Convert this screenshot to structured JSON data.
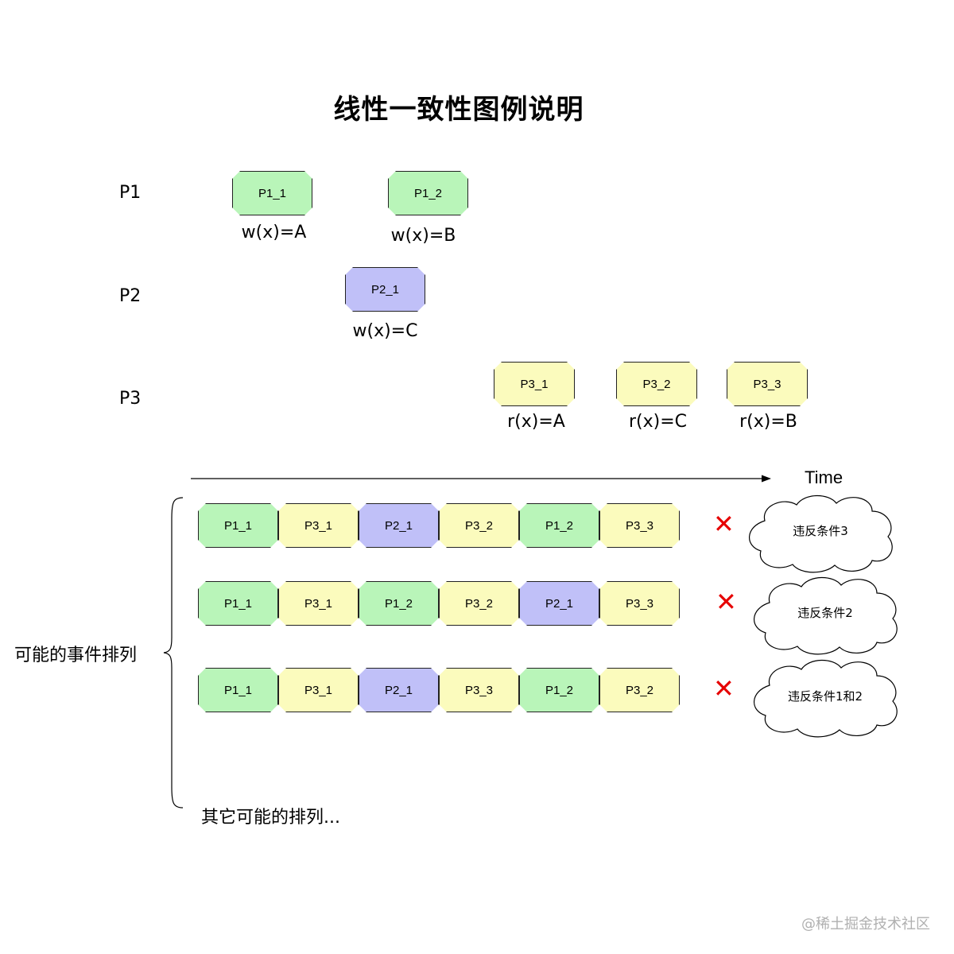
{
  "title": "线性一致性图例说明",
  "processes": {
    "p1": {
      "label": "P1",
      "ops": [
        {
          "id": "P1_1",
          "note": "w(x)=A"
        },
        {
          "id": "P1_2",
          "note": "w(x)=B"
        }
      ]
    },
    "p2": {
      "label": "P2",
      "ops": [
        {
          "id": "P2_1",
          "note": "w(x)=C"
        }
      ]
    },
    "p3": {
      "label": "P3",
      "ops": [
        {
          "id": "P3_1",
          "note": "r(x)=A"
        },
        {
          "id": "P3_2",
          "note": "r(x)=C"
        },
        {
          "id": "P3_3",
          "note": "r(x)=B"
        }
      ]
    }
  },
  "time_label": "Time",
  "brace_label": "可能的事件排列",
  "orderings": [
    {
      "cells": [
        "P1_1",
        "P3_1",
        "P2_1",
        "P3_2",
        "P1_2",
        "P3_3"
      ],
      "mark": "✕",
      "violation": "违反条件3"
    },
    {
      "cells": [
        "P1_1",
        "P3_1",
        "P1_2",
        "P3_2",
        "P2_1",
        "P3_3"
      ],
      "mark": "✕",
      "violation": "违反条件2"
    },
    {
      "cells": [
        "P1_1",
        "P3_1",
        "P2_1",
        "P3_3",
        "P1_2",
        "P3_2"
      ],
      "mark": "✕",
      "violation": "违反条件1和2"
    }
  ],
  "other_text": "其它可能的排列...",
  "watermark": "@稀土掘金技术社区",
  "colors": {
    "P1": "#b9f5b9",
    "P2": "#c0c0f8",
    "P3": "#fbfbbd",
    "cross": "#e60000"
  }
}
